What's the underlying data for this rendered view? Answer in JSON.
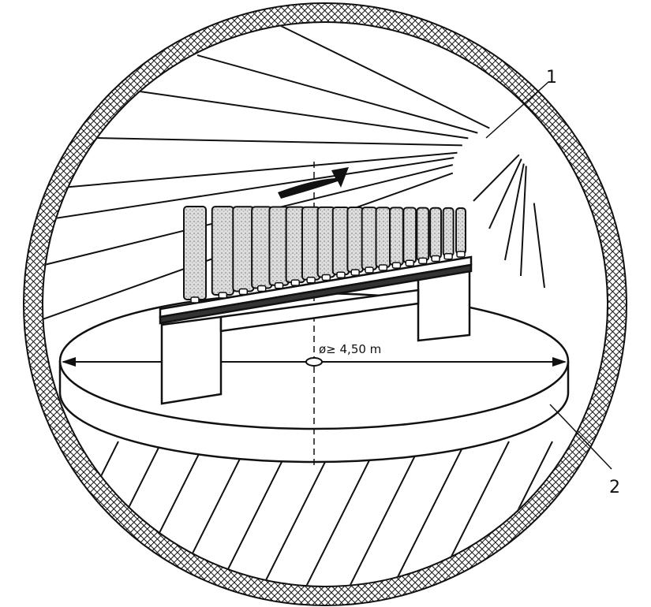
{
  "diagram": {
    "callouts": [
      {
        "label": "1"
      },
      {
        "label": "2"
      }
    ],
    "dimension_label": "ø≥ 4,50 m",
    "panel_count": 18,
    "colors": {
      "ink": "#111111",
      "background": "#ffffff"
    }
  }
}
